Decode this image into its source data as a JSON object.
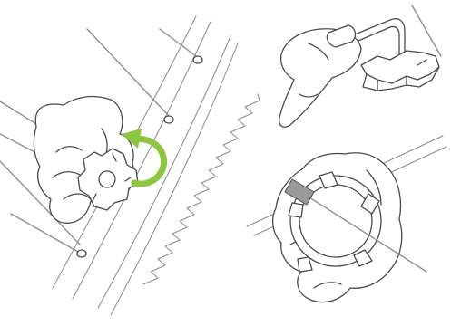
{
  "panels": [
    {
      "id": "wheel",
      "tool": "spoke-wrench"
    },
    {
      "id": "closeup-top",
      "tool": "spoke-wrench"
    },
    {
      "id": "closeup-bottom",
      "tool": "spoke-wrench"
    }
  ],
  "colors": {
    "line": "#4a4a4a",
    "spoke": "#8f8f8f",
    "arrow": "#8dc63f",
    "background": "#ffffff"
  },
  "icons": {
    "rotation_arrow": "curved-arrow-clockwise",
    "break_mark": "zigzag-break-line"
  }
}
